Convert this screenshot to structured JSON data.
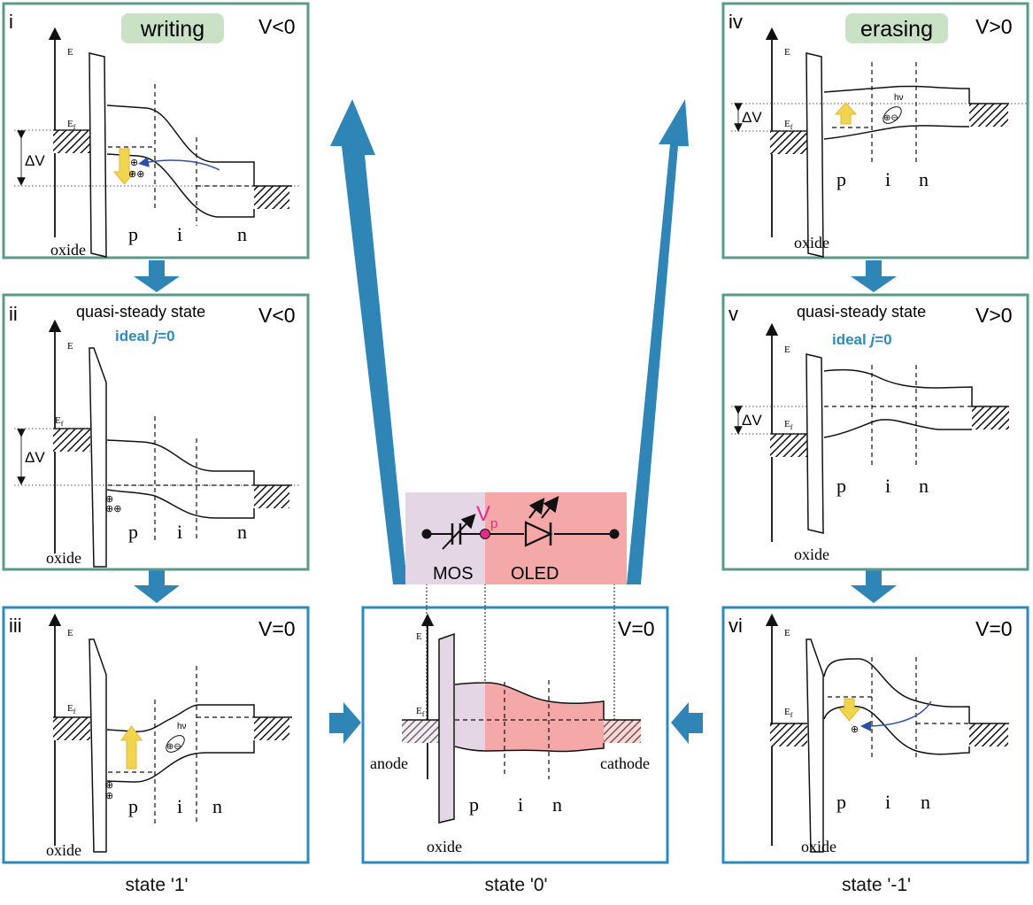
{
  "colors": {
    "green_border": "#5a9a8a",
    "blue_border": "#2e8ab8",
    "blue_arrow": "#2f86b6",
    "label_bg": "#c9e2c5",
    "yellow": "#f2d54e",
    "mos_fill": "#e4d6e4",
    "oled_fill": "#f4a8a8",
    "vp_color": "#e62a8a",
    "ideal_color": "#2e8ab8",
    "electron_arrow": "#2b4ea8"
  },
  "panels": {
    "i": {
      "numeral": "i",
      "voltage": "V<0",
      "label": "writing",
      "e_axis": "E",
      "ef_main": "E",
      "ef_sub": "f",
      "delta_v": "ΔV",
      "p": "p",
      "i": "i",
      "n": "n",
      "oxide": "oxide"
    },
    "ii": {
      "numeral": "ii",
      "voltage": "V<0",
      "title": "quasi-steady state",
      "ideal": "ideal ",
      "ideal_j": "j",
      "ideal_eq": "=0",
      "e_axis": "E",
      "ef_main": "E",
      "ef_sub": "f",
      "delta_v": "ΔV",
      "p": "p",
      "i": "i",
      "n": "n",
      "oxide": "oxide"
    },
    "iii": {
      "numeral": "iii",
      "voltage": "V=0",
      "e_axis": "E",
      "ef_main": "E",
      "ef_sub": "f",
      "hv": "hν",
      "p": "p",
      "i": "i",
      "n": "n",
      "oxide": "oxide"
    },
    "iv": {
      "numeral": "iv",
      "voltage": "V>0",
      "label": "erasing",
      "e_axis": "E",
      "ef_main": "E",
      "ef_sub": "f",
      "delta_v": "ΔV",
      "hv": "hν",
      "p": "p",
      "i": "i",
      "n": "n",
      "oxide": "oxide"
    },
    "v": {
      "numeral": "v",
      "voltage": "V>0",
      "title": "quasi-steady state",
      "ideal": "ideal ",
      "ideal_j": "j",
      "ideal_eq": "=0",
      "e_axis": "E",
      "ef_main": "E",
      "ef_sub": "f",
      "delta_v": "ΔV",
      "p": "p",
      "i": "i",
      "n": "n",
      "oxide": "oxide"
    },
    "vi": {
      "numeral": "vi",
      "voltage": "V=0",
      "e_axis": "E",
      "ef_main": "E",
      "ef_sub": "f",
      "p": "p",
      "i": "i",
      "n": "n",
      "oxide": "oxide"
    },
    "center": {
      "voltage": "V=0",
      "e_axis": "E",
      "ef_main": "E",
      "ef_sub": "f",
      "anode": "anode",
      "cathode": "cathode",
      "p": "p",
      "i": "i",
      "n": "n",
      "oxide": "oxide"
    }
  },
  "circuit": {
    "vp_main": "V",
    "vp_sub": "p",
    "mos": "MOS",
    "oled": "OLED"
  },
  "captions": {
    "left": "state '1'",
    "middle": "state '0'",
    "right": "state '-1'"
  }
}
